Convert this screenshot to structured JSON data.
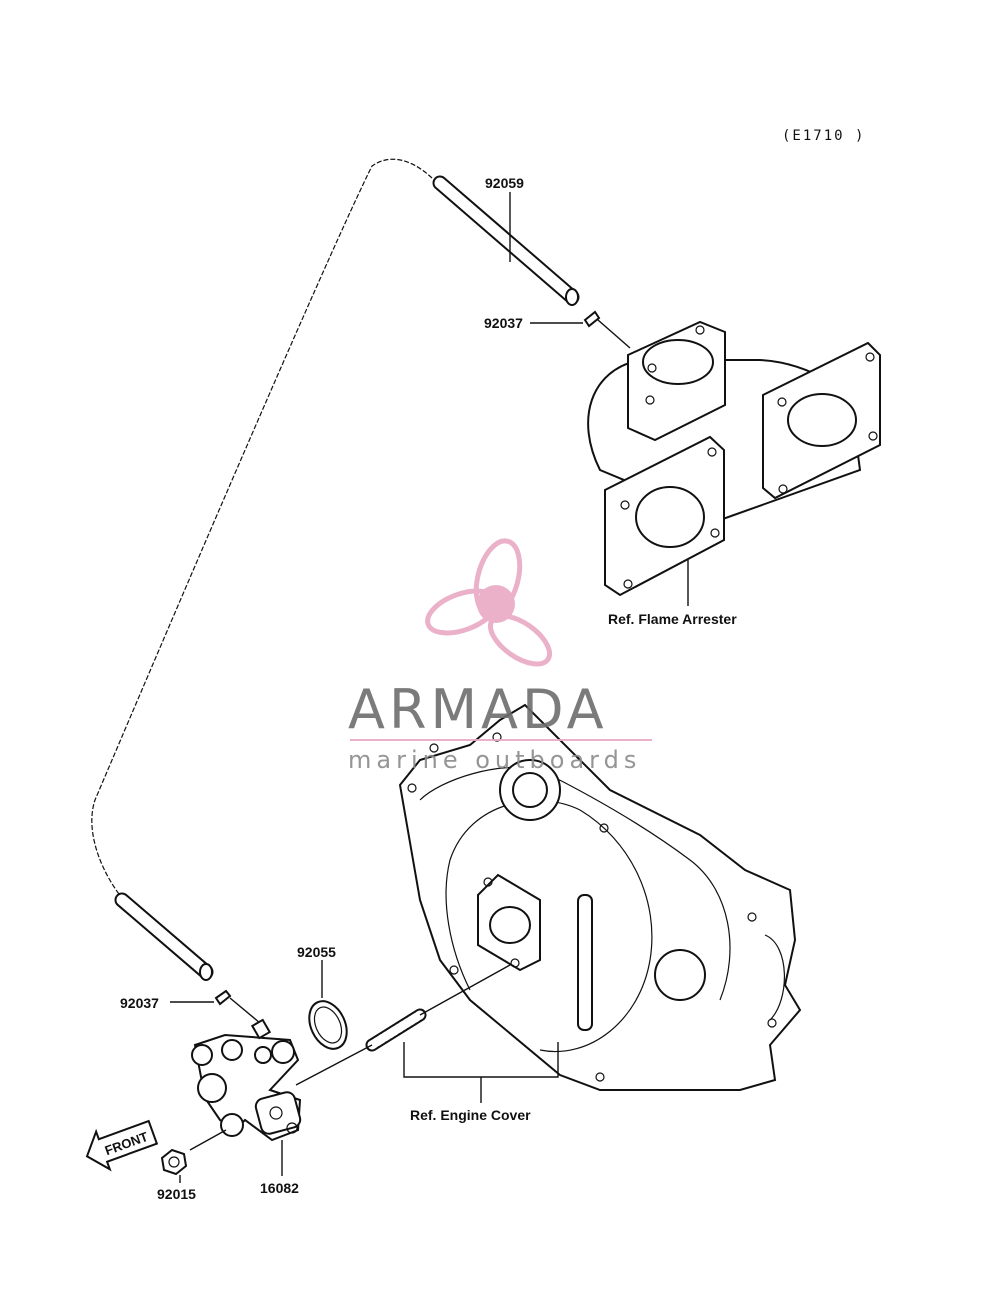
{
  "figure_code": "(E1710 )",
  "parts": {
    "hose_upper": "92059",
    "clamp_upper": "92037",
    "clamp_lower": "92037",
    "o_ring": "92055",
    "nut": "92015",
    "cock_assembly": "16082"
  },
  "references": {
    "flame_arrester": "Ref. Flame Arrester",
    "engine_cover": "Ref. Engine Cover"
  },
  "front_marker": "FRONT",
  "watermark": {
    "brand": "ARMADA",
    "tagline": "marine outboards",
    "colors": {
      "logo": "#e8a9c4",
      "text": "#6d6d6d",
      "rule": "#e8a9c4"
    }
  }
}
